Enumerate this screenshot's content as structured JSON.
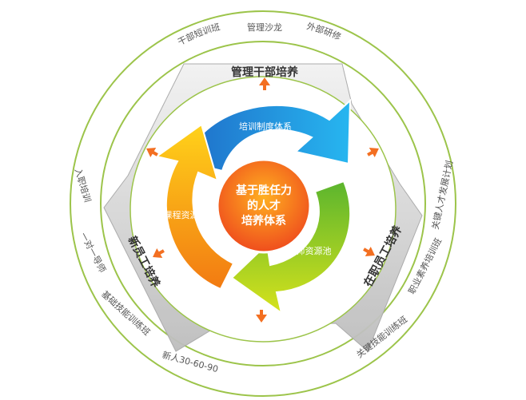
{
  "center": {
    "line1": "基于胜任力",
    "line2": "的人才",
    "line3": "培养体系"
  },
  "cycle": {
    "top": "培训制度体系",
    "left": "课程资源池",
    "right": "讲师资源池"
  },
  "sections": {
    "top": "管理干部培养",
    "left": "新员工培养",
    "right": "在职员工培养"
  },
  "outer_labels": {
    "top_left": "干部短训班",
    "top_center": "管理沙龙",
    "top_right": "外部研修",
    "left_upper": "入职培训",
    "left_middle": "一对一导师",
    "left_lower": "基础技能训练班",
    "bottom_left": "新人30-60-90",
    "right_upper": "关键人才发展计划",
    "right_middle": "职业素养培训班",
    "bottom_right": "关键技能训练班"
  },
  "colors": {
    "outer_ring": "#9cc44a",
    "band_fill": "#d9d9d9",
    "blue_arrow": "#1e8ed8",
    "orange_arrow": "#f7a11a",
    "green_arrow": "#8cc63f",
    "center_fill": "#f15a24",
    "pointer_arrows": "#f36f21",
    "label_text": "#555555"
  }
}
